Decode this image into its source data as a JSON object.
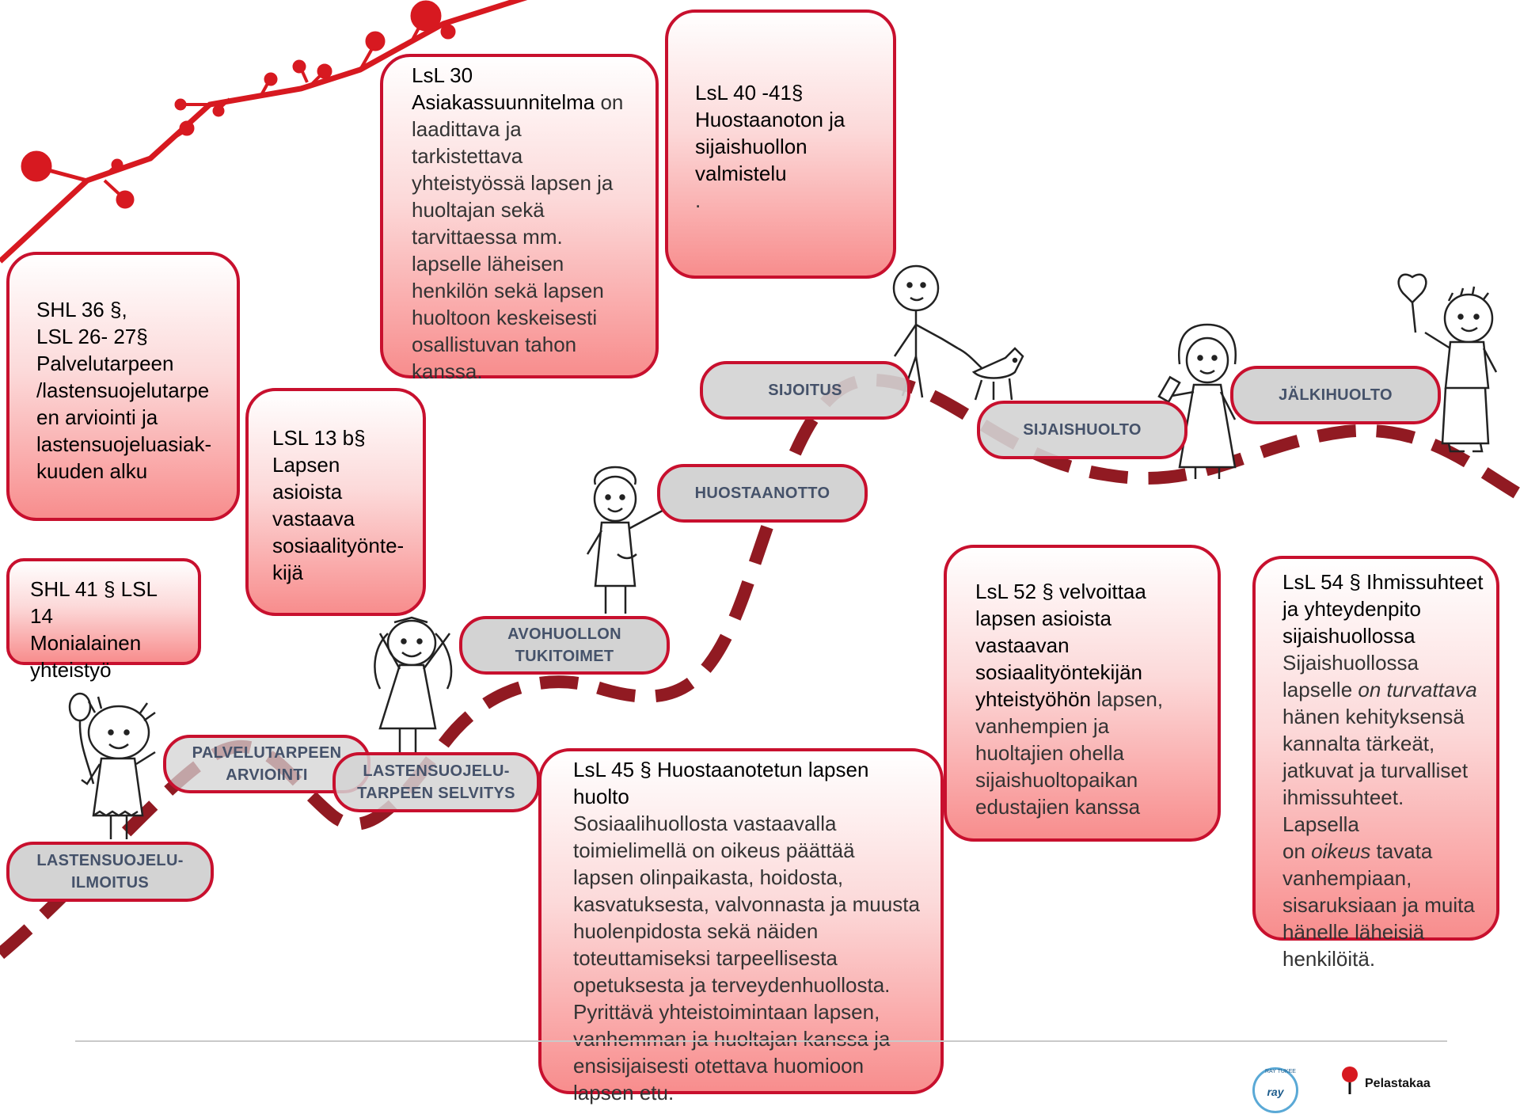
{
  "boxes": {
    "shl36": {
      "lines": [
        "SHL 36 §,",
        "LSL 26- 27§",
        "Palvelutarpeen",
        "/lastensuojelutarpe",
        "en arviointi ja",
        "lastensuojeluasiak-",
        "kuuden alku"
      ]
    },
    "shl41": {
      "lines": [
        "SHL 41 § LSL 14",
        "Monialainen",
        "yhteistyö"
      ]
    },
    "lsl13": {
      "lines": [
        "LSL 13 b§",
        "Lapsen",
        "asioista",
        "vastaava",
        "sosiaalityönte-",
        "kijä"
      ]
    },
    "lsl30": {
      "title": "LsL 30",
      "bold_phrase": "Asiakassuunnitelma",
      "first_rest": " on",
      "body_lines": [
        "laadittava ja",
        "tarkistettava",
        "yhteistyössä lapsen ja",
        "huoltajan sekä",
        "tarvittaessa mm.",
        "lapselle läheisen",
        "henkilön sekä lapsen",
        "huoltoon keskeisesti",
        "osallistuvan tahon",
        "kanssa."
      ]
    },
    "lsl40": {
      "lines": [
        "LsL 40 -41§",
        "Huostaanoton ja",
        "sijaishuollon",
        "valmistelu"
      ],
      "dot": "."
    },
    "lsl45": {
      "title_lines": [
        "LsL 45 §  Huostaanotetun lapsen",
        "huolto"
      ],
      "body_lines": [
        " Sosiaalihuollosta vastaavalla",
        "toimielimellä on oikeus päättää",
        "lapsen olinpaikasta, hoidosta,",
        "kasvatuksesta, valvonnasta ja muusta",
        "huolenpidosta sekä näiden",
        "toteuttamiseksi tarpeellisesta",
        "opetuksesta ja terveydenhuollosta.",
        "Pyrittävä yhteistoimintaan lapsen,",
        "vanhemman ja  huoltajan kanssa ja",
        "ensisijaisesti otettava huomioon",
        "lapsen etu."
      ]
    },
    "lsl52": {
      "title_lines": [
        "LsL 52 § velvoittaa",
        "lapsen asioista",
        "vastaavan",
        "sosiaalityöntekijän"
      ],
      "mixed_bold": "yhteistyöhön",
      "mixed_rest": " lapsen,",
      "body_lines": [
        "vanhempien ja",
        "huoltajien ohella",
        "sijaishuoltopaikan",
        "edustajien kanssa"
      ]
    },
    "lsl54": {
      "title_lines": [
        "LsL 54 § Ihmissuhteet",
        "ja yhteydenpito",
        "sijaishuollossa"
      ],
      "body_1": "Sijaishuollossa",
      "body_2a": "lapselle ",
      "body_2i": "on turvattava",
      "body_lines_mid": [
        "hänen kehityksensä",
        "kannalta tärkeät,",
        "jatkuvat ja turvalliset",
        "ihmissuhteet. Lapsella"
      ],
      "body_oi": "oikeus",
      "body_on": "on ",
      "body_oi_rest": " tavata",
      "body_lines_end": [
        "vanhempiaan,",
        "sisaruksiaan ja muita",
        "hänelle läheisiä",
        "henkilöitä."
      ]
    }
  },
  "pills": {
    "ilmoitus": [
      "LASTENSUOJELU-",
      "ILMOITUS"
    ],
    "arviointi": [
      "PALVELUTARPEEN",
      "ARVIOINTI"
    ],
    "selvitys": [
      "LASTENSUOJELU-",
      "TARPEEN SELVITYS"
    ],
    "avohuolto": [
      "AVOHUOLLON",
      "TUKITOIMET"
    ],
    "huostaanotto": [
      "HUOSTAANOTTO"
    ],
    "sijoitus": [
      "SIJOITUS"
    ],
    "sijaishuolto": [
      "SIJAISHUOLTO"
    ],
    "jalkihuolto": [
      "JÄLKIHUOLTO"
    ]
  },
  "logos": {
    "ray_text": "ray",
    "ray_small": "RAY TUKEE",
    "pelastakaa_text": "Pelastakaa"
  },
  "colors": {
    "accent": "#c8102e",
    "path": "#8b0e16",
    "pill_fill": "#d3d3d3",
    "pill_text": "#45526a"
  }
}
